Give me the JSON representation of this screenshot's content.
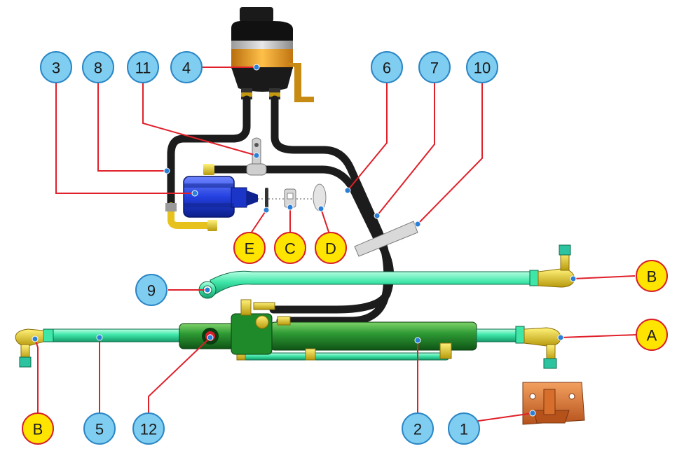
{
  "diagram": {
    "colors": {
      "leader_line": "#e0202a",
      "numbered_callout_fill": "#7fcdf0",
      "numbered_callout_stroke": "#2b86c5",
      "lettered_callout_fill": "#ffe400",
      "lettered_callout_stroke": "#d81f2a",
      "hose": "#1c1c1c",
      "rod": "#3ee6a8",
      "cylinder": "#1f8a2a",
      "pump": "#1f3fd6",
      "reservoir_band": "#f3a21b",
      "bracket": "#e0782a",
      "fitting": "#e8c21c",
      "anchor_dot": "#2a7fd6"
    },
    "callouts": [
      {
        "id": "c3",
        "label": "3"
      },
      {
        "id": "c8",
        "label": "8"
      },
      {
        "id": "c11",
        "label": "11"
      },
      {
        "id": "c4",
        "label": "4"
      },
      {
        "id": "c6",
        "label": "6"
      },
      {
        "id": "c7",
        "label": "7"
      },
      {
        "id": "c10",
        "label": "10"
      },
      {
        "id": "cE",
        "label": "E"
      },
      {
        "id": "cC",
        "label": "C"
      },
      {
        "id": "cD",
        "label": "D"
      },
      {
        "id": "c9",
        "label": "9"
      },
      {
        "id": "cB1",
        "label": "B"
      },
      {
        "id": "cA",
        "label": "A"
      },
      {
        "id": "cB2",
        "label": "B"
      },
      {
        "id": "c5",
        "label": "5"
      },
      {
        "id": "c12",
        "label": "12"
      },
      {
        "id": "c2",
        "label": "2"
      },
      {
        "id": "c1",
        "label": "1"
      }
    ]
  }
}
